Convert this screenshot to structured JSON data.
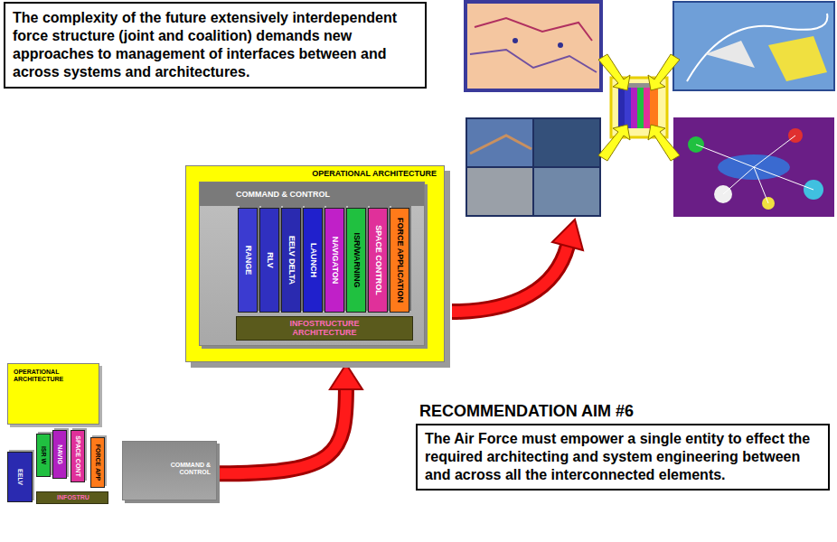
{
  "diagram": {
    "nodes": [
      {
        "text": [
          "The complexity of the future extensively interdependent force structure (joint and coalition) demands new approaches to management of interfaces between and across systems and architectures."
        ]
      },
      {
        "text": [
          "OPERATIONAL ARCHITECTURE"
        ]
      },
      {
        "text": [
          "COMMAND & CONTROL"
        ],
        "in": 1
      },
      {
        "text": [
          "RANGE"
        ],
        "in": 2
      },
      {
        "text": [
          "RLV"
        ],
        "in": 2
      },
      {
        "text": [
          "EELV DELTA"
        ],
        "in": 2
      },
      {
        "text": [
          "LAUNCH"
        ],
        "in": 2
      },
      {
        "text": [
          "NAVIGATON"
        ],
        "in": 2
      },
      {
        "text": [
          "ISR/WARNING"
        ],
        "in": 2
      },
      {
        "text": [
          "SPACE CONTROL"
        ],
        "in": 2
      },
      {
        "text": [
          "FORCE APPLICATION"
        ],
        "in": 2
      },
      {
        "text": [
          "INFOSTRUCTURE ARCHITECTURE"
        ],
        "in": 2
      },
      {
        "text": [
          "OPERATIONAL ARCHITECTURE"
        ]
      },
      {
        "text": [
          "COMMAND & CONTROL"
        ]
      },
      {
        "text": [
          "EELV"
        ]
      },
      {
        "text": [
          "ISR W"
        ]
      },
      {
        "text": [
          "NAVIG"
        ]
      },
      {
        "text": [
          "SPACE CONT"
        ]
      },
      {
        "text": [
          "FORCE APP"
        ]
      },
      {
        "text": [
          "INFOSTRU"
        ]
      },
      {
        "text": [
          "RECOMMENDATION AIM #6",
          "The Air Force must empower a single entity to effect the required architecting and system engineering between and across all the interconnected elements."
        ]
      }
    ],
    "edges": [
      {
        "from": 13,
        "to": 1,
        "arrow": "to"
      }
    ]
  }
}
